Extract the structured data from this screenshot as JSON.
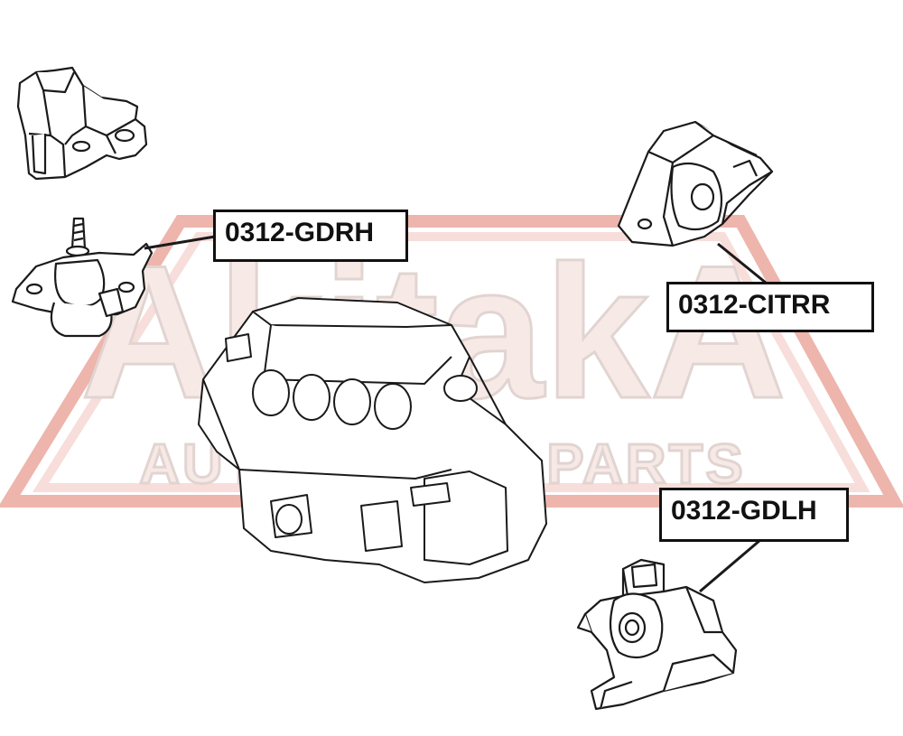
{
  "watermark": {
    "brand": "AkitakA",
    "tagline": "AUTO SPARE PARTS",
    "color": "#e8b8b0"
  },
  "parts": [
    {
      "code": "0312-GDRH"
    },
    {
      "code": "0312-CITRR"
    },
    {
      "code": "0312-GDLH"
    }
  ],
  "colors": {
    "line": "#1a1a1a",
    "box_border": "#111111"
  }
}
